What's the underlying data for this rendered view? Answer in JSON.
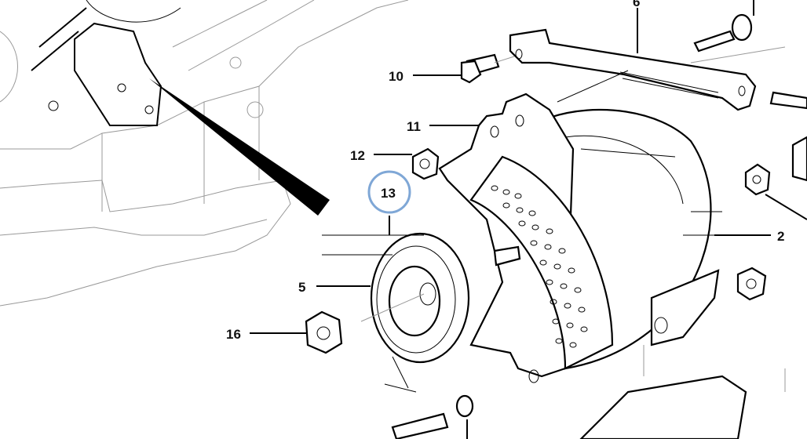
{
  "diagram": {
    "title": "Alternator mounting parts diagram",
    "highlight_color": "#7FA7D6",
    "callouts": [
      {
        "id": "6",
        "label": "6"
      },
      {
        "id": "10",
        "label": "10"
      },
      {
        "id": "11",
        "label": "11"
      },
      {
        "id": "12",
        "label": "12"
      },
      {
        "id": "13",
        "label": "13",
        "highlighted": true
      },
      {
        "id": "5",
        "label": "5"
      },
      {
        "id": "16",
        "label": "16"
      },
      {
        "id": "2",
        "label": "2"
      }
    ]
  }
}
